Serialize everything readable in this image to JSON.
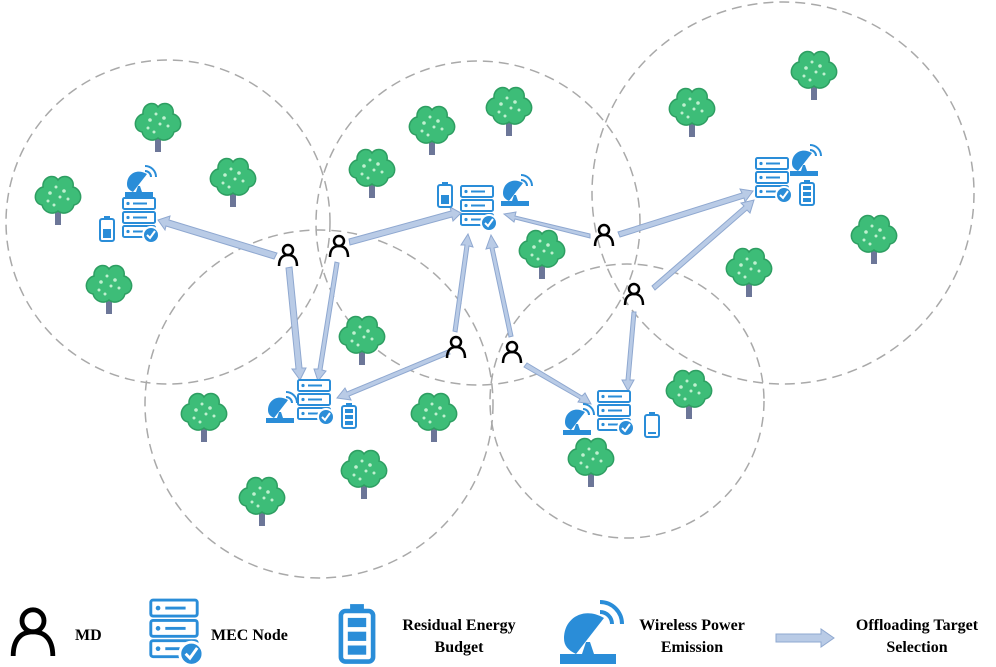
{
  "legend": {
    "md": "MD",
    "mec_node": "MEC Node",
    "energy_line1": "Residual Energy",
    "energy_line2": "Budget",
    "wireless_line1": "Wireless Power",
    "wireless_line2": "Emission",
    "offload_line1": "Offloading Target",
    "offload_line2": "Selection"
  },
  "colors": {
    "circle_stroke": "#a9a9a9",
    "arrow_fill": "#b9cbe6",
    "arrow_stroke": "#8fa8d0",
    "mec_blue": "#2a8dd8",
    "tree_green": "#3dbd78",
    "tree_trunk": "#6c7698",
    "person": "#000000"
  },
  "icons": [
    "person-icon",
    "mec-server-icon",
    "battery-icon",
    "satellite-dish-icon",
    "tree-icon",
    "arrow-icon"
  ],
  "nodes": [
    {
      "id": "mec-1",
      "battery": "half"
    },
    {
      "id": "mec-2",
      "battery": "half"
    },
    {
      "id": "mec-3",
      "battery": "full"
    },
    {
      "id": "mec-4",
      "battery": "full"
    },
    {
      "id": "mec-5",
      "battery": "empty"
    }
  ],
  "mds": [
    "md-1",
    "md-2",
    "md-3",
    "md-4",
    "md-5",
    "md-6"
  ]
}
